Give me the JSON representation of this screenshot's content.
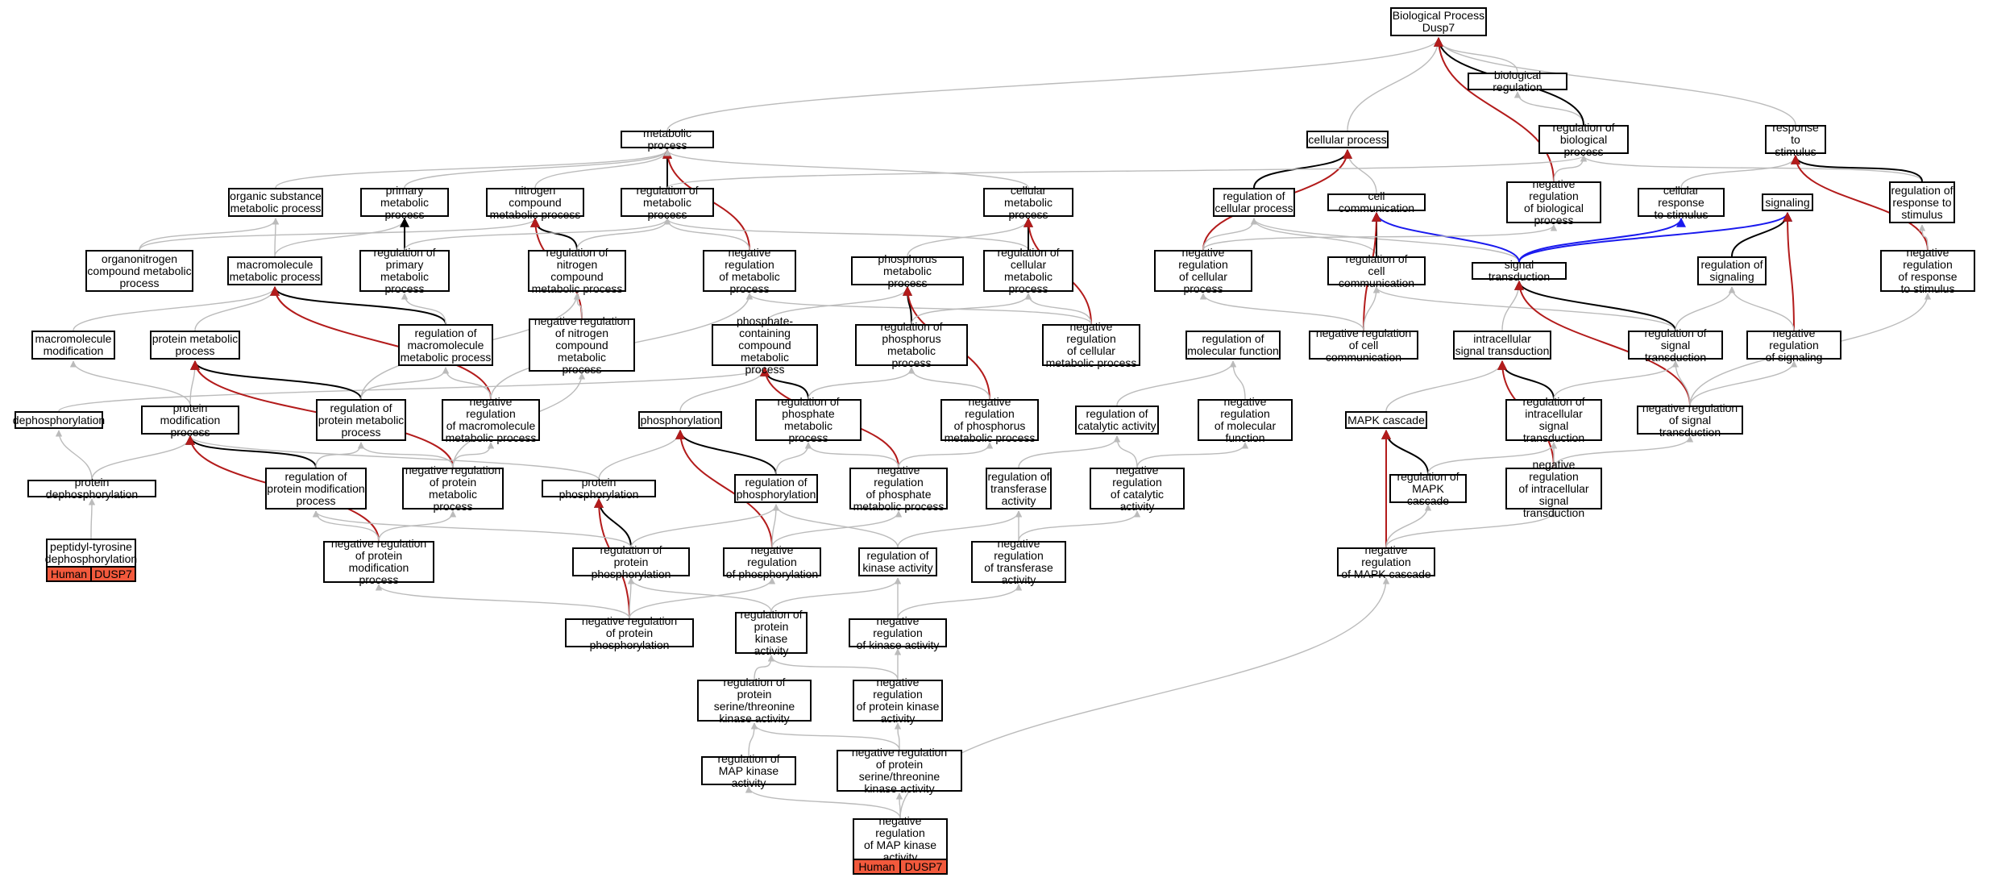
{
  "title": "Biological Process\nDusp7",
  "colors": {
    "gray": "#bbbbbb",
    "black": "#000000",
    "red": "#b31b1b",
    "blue": "#1a1aee",
    "tag_bg": "#f2593c"
  },
  "nodes": [
    {
      "id": "root",
      "label": "Biological Process\nDusp7"
    },
    {
      "id": "bioreg",
      "label": "biological regulation"
    },
    {
      "id": "metab",
      "label": "metabolic process"
    },
    {
      "id": "cellproc",
      "label": "cellular process"
    },
    {
      "id": "regbio",
      "label": "regulation of\nbiological process"
    },
    {
      "id": "resp",
      "label": "response to\nstimulus"
    },
    {
      "id": "orgsub",
      "label": "organic substance\nmetabolic process"
    },
    {
      "id": "primary",
      "label": "primary metabolic\nprocess"
    },
    {
      "id": "nitro",
      "label": "nitrogen compound\nmetabolic process"
    },
    {
      "id": "regmetab",
      "label": "regulation of\nmetabolic process"
    },
    {
      "id": "cellmetab",
      "label": "cellular metabolic\nprocess"
    },
    {
      "id": "regcellproc",
      "label": "regulation of\ncellular process"
    },
    {
      "id": "cellcomm",
      "label": "cell communication"
    },
    {
      "id": "negbio",
      "label": "negative regulation\nof biological\nprocess"
    },
    {
      "id": "cellresp",
      "label": "cellular response\nto stimulus"
    },
    {
      "id": "signaling",
      "label": "signaling"
    },
    {
      "id": "regresp",
      "label": "regulation of\nresponse to\nstimulus"
    },
    {
      "id": "organo",
      "label": "organonitrogen\ncompound metabolic\nprocess"
    },
    {
      "id": "macrometab",
      "label": "macromolecule\nmetabolic process"
    },
    {
      "id": "regprimary",
      "label": "regulation of\nprimary metabolic\nprocess"
    },
    {
      "id": "regnitro",
      "label": "regulation of\nnitrogen compound\nmetabolic process"
    },
    {
      "id": "negmetab",
      "label": "negative regulation\nof metabolic\nprocess"
    },
    {
      "id": "phosmetab",
      "label": "phosphorus metabolic\nprocess"
    },
    {
      "id": "regcellmetab",
      "label": "regulation of\ncellular metabolic\nprocess"
    },
    {
      "id": "negcellproc",
      "label": "negative regulation\nof cellular\nprocess"
    },
    {
      "id": "regcellcomm",
      "label": "regulation of\ncell communication"
    },
    {
      "id": "sigtrans",
      "label": "signal transduction"
    },
    {
      "id": "regsig",
      "label": "regulation of\nsignaling"
    },
    {
      "id": "negresp",
      "label": "negative regulation\nof response\nto stimulus"
    },
    {
      "id": "macromod",
      "label": "macromolecule\nmodification"
    },
    {
      "id": "protmetab",
      "label": "protein metabolic\nprocess"
    },
    {
      "id": "regmacro",
      "label": "regulation of\nmacromolecule\nmetabolic process"
    },
    {
      "id": "negnitro",
      "label": "negative regulation\nof nitrogen\ncompound metabolic\nprocess"
    },
    {
      "id": "phoscomp",
      "label": "phosphate-containing\ncompound metabolic\nprocess"
    },
    {
      "id": "regphosmetab",
      "label": "regulation of\nphosphorus metabolic\nprocess"
    },
    {
      "id": "negcellmetab",
      "label": "negative regulation\nof cellular\nmetabolic process"
    },
    {
      "id": "regmolfunc",
      "label": "regulation of\nmolecular function"
    },
    {
      "id": "negcellcomm",
      "label": "negative regulation\nof cell communication"
    },
    {
      "id": "intrasig",
      "label": "intracellular\nsignal transduction"
    },
    {
      "id": "regsigtrans",
      "label": "regulation of\nsignal transduction"
    },
    {
      "id": "negsig",
      "label": "negative regulation\nof signaling"
    },
    {
      "id": "dephos",
      "label": "dephosphorylation"
    },
    {
      "id": "protmod",
      "label": "protein modification\nprocess"
    },
    {
      "id": "regprotmetab",
      "label": "regulation of\nprotein metabolic\nprocess"
    },
    {
      "id": "negmacro",
      "label": "negative regulation\nof macromolecule\nmetabolic process"
    },
    {
      "id": "phosphorylation",
      "label": "phosphorylation"
    },
    {
      "id": "regphosphate",
      "label": "regulation of\nphosphate metabolic\nprocess"
    },
    {
      "id": "negphosmetab",
      "label": "negative regulation\nof phosphorus\nmetabolic process"
    },
    {
      "id": "regcatal",
      "label": "regulation of\ncatalytic activity"
    },
    {
      "id": "negmolfunc",
      "label": "negative regulation\nof molecular\nfunction"
    },
    {
      "id": "mapk",
      "label": "MAPK cascade"
    },
    {
      "id": "regintrasig",
      "label": "regulation of\nintracellular\nsignal transduction"
    },
    {
      "id": "negsigtrans",
      "label": "negative regulation\nof signal transduction"
    },
    {
      "id": "protdephos",
      "label": "protein dephosphorylation"
    },
    {
      "id": "regprotmod",
      "label": "regulation of\nprotein modification\nprocess"
    },
    {
      "id": "negprotmetab",
      "label": "negative regulation\nof protein metabolic\nprocess"
    },
    {
      "id": "protphos",
      "label": "protein phosphorylation"
    },
    {
      "id": "regphosphorylation",
      "label": "regulation of\nphosphorylation"
    },
    {
      "id": "negphosphate",
      "label": "negative regulation\nof phosphate\nmetabolic process"
    },
    {
      "id": "regtransf",
      "label": "regulation of\ntransferase\nactivity"
    },
    {
      "id": "negcatal",
      "label": "negative regulation\nof catalytic\nactivity"
    },
    {
      "id": "regmapk",
      "label": "regulation of\nMAPK cascade"
    },
    {
      "id": "negintrasig",
      "label": "negative regulation\nof intracellular\nsignal transduction"
    },
    {
      "id": "ptyrdephos",
      "label": "peptidyl-tyrosine\ndephosphorylation"
    },
    {
      "id": "negprotmod",
      "label": "negative regulation\nof protein modification\nprocess"
    },
    {
      "id": "regprotphos",
      "label": "regulation of\nprotein phosphorylation"
    },
    {
      "id": "negphosphorylation",
      "label": "negative regulation\nof phosphorylation"
    },
    {
      "id": "regkinase",
      "label": "regulation of\nkinase activity"
    },
    {
      "id": "negtransf",
      "label": "negative regulation\nof transferase\nactivity"
    },
    {
      "id": "negmapk",
      "label": "negative regulation\nof MAPK cascade"
    },
    {
      "id": "negprotphos",
      "label": "negative regulation\nof protein phosphorylation"
    },
    {
      "id": "regprotkin",
      "label": "regulation of\nprotein kinase\nactivity"
    },
    {
      "id": "negkinase",
      "label": "negative regulation\nof kinase activity"
    },
    {
      "id": "regserthr",
      "label": "regulation of\nprotein serine/threonine\nkinase activity"
    },
    {
      "id": "negprotkin",
      "label": "negative regulation\nof protein kinase\nactivity"
    },
    {
      "id": "regmapkin",
      "label": "regulation of\nMAP kinase activity"
    },
    {
      "id": "negserthr",
      "label": "negative regulation\nof protein serine/threonine\nkinase activity"
    },
    {
      "id": "negmapkin",
      "label": "negative regulation\nof MAP kinase\nactivity"
    }
  ],
  "tags": [
    {
      "node": "ptyrdephos",
      "species": "Human",
      "gene": "DUSP7"
    },
    {
      "node": "negmapkin",
      "species": "Human",
      "gene": "DUSP7"
    }
  ],
  "edges": [
    {
      "f": "bioreg",
      "t": "root",
      "c": "gray"
    },
    {
      "f": "metab",
      "t": "root",
      "c": "gray"
    },
    {
      "f": "cellproc",
      "t": "root",
      "c": "gray"
    },
    {
      "f": "regbio",
      "t": "bioreg",
      "c": "gray"
    },
    {
      "f": "regbio",
      "t": "root",
      "c": "black"
    },
    {
      "f": "resp",
      "t": "root",
      "c": "gray"
    },
    {
      "f": "negbio",
      "t": "root",
      "c": "red"
    },
    {
      "f": "orgsub",
      "t": "metab",
      "c": "gray"
    },
    {
      "f": "primary",
      "t": "metab",
      "c": "gray"
    },
    {
      "f": "nitro",
      "t": "metab",
      "c": "gray"
    },
    {
      "f": "regmetab",
      "t": "metab",
      "c": "black"
    },
    {
      "f": "negmetab",
      "t": "metab",
      "c": "red"
    },
    {
      "f": "cellmetab",
      "t": "metab",
      "c": "gray"
    },
    {
      "f": "regcellproc",
      "t": "cellproc",
      "c": "black"
    },
    {
      "f": "cellcomm",
      "t": "cellproc",
      "c": "gray"
    },
    {
      "f": "negcellproc",
      "t": "cellproc",
      "c": "red"
    },
    {
      "f": "negbio",
      "t": "regbio",
      "c": "gray"
    },
    {
      "f": "regmetab",
      "t": "regbio",
      "c": "gray"
    },
    {
      "f": "regresp",
      "t": "regbio",
      "c": "gray"
    },
    {
      "f": "regresp",
      "t": "resp",
      "c": "black"
    },
    {
      "f": "cellresp",
      "t": "resp",
      "c": "gray"
    },
    {
      "f": "negresp",
      "t": "resp",
      "c": "red"
    },
    {
      "f": "organo",
      "t": "orgsub",
      "c": "gray"
    },
    {
      "f": "macrometab",
      "t": "orgsub",
      "c": "gray"
    },
    {
      "f": "organo",
      "t": "nitro",
      "c": "gray"
    },
    {
      "f": "macrometab",
      "t": "primary",
      "c": "gray"
    },
    {
      "f": "regprimary",
      "t": "primary",
      "c": "black"
    },
    {
      "f": "regnitro",
      "t": "nitro",
      "c": "black"
    },
    {
      "f": "negnitro",
      "t": "nitro",
      "c": "red"
    },
    {
      "f": "regnitro",
      "t": "regmetab",
      "c": "gray"
    },
    {
      "f": "regprimary",
      "t": "regmetab",
      "c": "gray"
    },
    {
      "f": "negmetab",
      "t": "regmetab",
      "c": "gray"
    },
    {
      "f": "regcellmetab",
      "t": "regmetab",
      "c": "gray"
    },
    {
      "f": "phosmetab",
      "t": "cellmetab",
      "c": "gray"
    },
    {
      "f": "regcellmetab",
      "t": "cellmetab",
      "c": "black"
    },
    {
      "f": "negcellmetab",
      "t": "cellmetab",
      "c": "red"
    },
    {
      "f": "regcellcomm",
      "t": "regcellproc",
      "c": "gray"
    },
    {
      "f": "negcellproc",
      "t": "regcellproc",
      "c": "gray"
    },
    {
      "f": "sigtrans",
      "t": "regcellproc",
      "c": "gray"
    },
    {
      "f": "sigtrans",
      "t": "cellcomm",
      "c": "blue"
    },
    {
      "f": "regcellcomm",
      "t": "cellcomm",
      "c": "black"
    },
    {
      "f": "negcellcomm",
      "t": "cellcomm",
      "c": "red"
    },
    {
      "f": "negcellproc",
      "t": "negbio",
      "c": "gray"
    },
    {
      "f": "sigtrans",
      "t": "cellresp",
      "c": "blue"
    },
    {
      "f": "sigtrans",
      "t": "signaling",
      "c": "blue"
    },
    {
      "f": "regsig",
      "t": "signaling",
      "c": "black"
    },
    {
      "f": "negsig",
      "t": "signaling",
      "c": "red"
    },
    {
      "f": "negresp",
      "t": "regresp",
      "c": "gray"
    },
    {
      "f": "macromod",
      "t": "macrometab",
      "c": "gray"
    },
    {
      "f": "protmetab",
      "t": "macrometab",
      "c": "gray"
    },
    {
      "f": "regmacro",
      "t": "macrometab",
      "c": "black"
    },
    {
      "f": "negmacro",
      "t": "macrometab",
      "c": "red"
    },
    {
      "f": "regmacro",
      "t": "regprimary",
      "c": "gray"
    },
    {
      "f": "negnitro",
      "t": "regnitro",
      "c": "gray"
    },
    {
      "f": "regprotmetab",
      "t": "regnitro",
      "c": "gray"
    },
    {
      "f": "negcellmetab",
      "t": "negmetab",
      "c": "gray"
    },
    {
      "f": "negmacro",
      "t": "negmetab",
      "c": "gray"
    },
    {
      "f": "phoscomp",
      "t": "phosmetab",
      "c": "gray"
    },
    {
      "f": "regphosmetab",
      "t": "phosmetab",
      "c": "black"
    },
    {
      "f": "negphosmetab",
      "t": "phosmetab",
      "c": "red"
    },
    {
      "f": "regphosmetab",
      "t": "regcellmetab",
      "c": "gray"
    },
    {
      "f": "negcellmetab",
      "t": "regcellmetab",
      "c": "gray"
    },
    {
      "f": "negcellcomm",
      "t": "regcellcomm",
      "c": "gray"
    },
    {
      "f": "regsigtrans",
      "t": "regcellcomm",
      "c": "gray"
    },
    {
      "f": "negcellcomm",
      "t": "negcellproc",
      "c": "gray"
    },
    {
      "f": "intrasig",
      "t": "sigtrans",
      "c": "gray"
    },
    {
      "f": "regsigtrans",
      "t": "sigtrans",
      "c": "black"
    },
    {
      "f": "negsigtrans",
      "t": "sigtrans",
      "c": "red"
    },
    {
      "f": "regsigtrans",
      "t": "regsig",
      "c": "gray"
    },
    {
      "f": "negsig",
      "t": "regsig",
      "c": "gray"
    },
    {
      "f": "negsigtrans",
      "t": "negresp",
      "c": "gray"
    },
    {
      "f": "protmod",
      "t": "macromod",
      "c": "gray"
    },
    {
      "f": "dephos",
      "t": "phoscomp",
      "c": "gray"
    },
    {
      "f": "phosphorylation",
      "t": "phoscomp",
      "c": "gray"
    },
    {
      "f": "regphosphate",
      "t": "phoscomp",
      "c": "black"
    },
    {
      "f": "negphosphate",
      "t": "phoscomp",
      "c": "red"
    },
    {
      "f": "protmod",
      "t": "protmetab",
      "c": "gray"
    },
    {
      "f": "regprotmetab",
      "t": "protmetab",
      "c": "black"
    },
    {
      "f": "negprotmetab",
      "t": "protmetab",
      "c": "red"
    },
    {
      "f": "regprotmetab",
      "t": "regmacro",
      "c": "gray"
    },
    {
      "f": "negmacro",
      "t": "regmacro",
      "c": "gray"
    },
    {
      "f": "negprotmetab",
      "t": "negnitro",
      "c": "gray"
    },
    {
      "f": "regphosphate",
      "t": "regphosmetab",
      "c": "gray"
    },
    {
      "f": "negphosmetab",
      "t": "regphosmetab",
      "c": "gray"
    },
    {
      "f": "regcatal",
      "t": "regmolfunc",
      "c": "gray"
    },
    {
      "f": "negmolfunc",
      "t": "regmolfunc",
      "c": "gray"
    },
    {
      "f": "regintrasig",
      "t": "intrasig",
      "c": "black"
    },
    {
      "f": "mapk",
      "t": "intrasig",
      "c": "gray"
    },
    {
      "f": "negintrasig",
      "t": "intrasig",
      "c": "red"
    },
    {
      "f": "regintrasig",
      "t": "regsigtrans",
      "c": "gray"
    },
    {
      "f": "negsigtrans",
      "t": "regsigtrans",
      "c": "gray"
    },
    {
      "f": "negsigtrans",
      "t": "negsig",
      "c": "gray"
    },
    {
      "f": "protdephos",
      "t": "dephos",
      "c": "gray"
    },
    {
      "f": "protdephos",
      "t": "protmod",
      "c": "gray"
    },
    {
      "f": "protphos",
      "t": "protmod",
      "c": "gray"
    },
    {
      "f": "regprotmod",
      "t": "protmod",
      "c": "black"
    },
    {
      "f": "negprotmod",
      "t": "protmod",
      "c": "red"
    },
    {
      "f": "regprotmod",
      "t": "regprotmetab",
      "c": "gray"
    },
    {
      "f": "negprotmetab",
      "t": "regprotmetab",
      "c": "gray"
    },
    {
      "f": "negprotmetab",
      "t": "negmacro",
      "c": "gray"
    },
    {
      "f": "protphos",
      "t": "phosphorylation",
      "c": "gray"
    },
    {
      "f": "regphosphorylation",
      "t": "phosphorylation",
      "c": "black"
    },
    {
      "f": "negphosphorylation",
      "t": "phosphorylation",
      "c": "red"
    },
    {
      "f": "regphosphorylation",
      "t": "regphosphate",
      "c": "gray"
    },
    {
      "f": "negphosphate",
      "t": "regphosphate",
      "c": "gray"
    },
    {
      "f": "negphosphate",
      "t": "negphosmetab",
      "c": "gray"
    },
    {
      "f": "regtransf",
      "t": "regcatal",
      "c": "gray"
    },
    {
      "f": "negcatal",
      "t": "regcatal",
      "c": "gray"
    },
    {
      "f": "negcatal",
      "t": "negmolfunc",
      "c": "gray"
    },
    {
      "f": "regmapk",
      "t": "mapk",
      "c": "black"
    },
    {
      "f": "negmapk",
      "t": "mapk",
      "c": "red"
    },
    {
      "f": "regmapk",
      "t": "regintrasig",
      "c": "gray"
    },
    {
      "f": "negintrasig",
      "t": "regintrasig",
      "c": "gray"
    },
    {
      "f": "negintrasig",
      "t": "negsigtrans",
      "c": "gray"
    },
    {
      "f": "ptyrdephos",
      "t": "protdephos",
      "c": "gray"
    },
    {
      "f": "negprotmod",
      "t": "regprotmod",
      "c": "gray"
    },
    {
      "f": "negprotmod",
      "t": "negprotmetab",
      "c": "gray"
    },
    {
      "f": "regprotphos",
      "t": "protphos",
      "c": "black"
    },
    {
      "f": "negprotphos",
      "t": "protphos",
      "c": "red"
    },
    {
      "f": "regprotphos",
      "t": "regprotmod",
      "c": "gray"
    },
    {
      "f": "regprotphos",
      "t": "regphosphorylation",
      "c": "gray"
    },
    {
      "f": "negphosphorylation",
      "t": "regphosphorylation",
      "c": "gray"
    },
    {
      "f": "regkinase",
      "t": "regphosphorylation",
      "c": "gray"
    },
    {
      "f": "negphosphorylation",
      "t": "negphosphate",
      "c": "gray"
    },
    {
      "f": "regkinase",
      "t": "regtransf",
      "c": "gray"
    },
    {
      "f": "negtransf",
      "t": "regtransf",
      "c": "gray"
    },
    {
      "f": "negtransf",
      "t": "negcatal",
      "c": "gray"
    },
    {
      "f": "negmapk",
      "t": "regmapk",
      "c": "gray"
    },
    {
      "f": "negmapk",
      "t": "negintrasig",
      "c": "gray"
    },
    {
      "f": "negprotphos",
      "t": "negprotmod",
      "c": "gray"
    },
    {
      "f": "negprotphos",
      "t": "regprotphos",
      "c": "gray"
    },
    {
      "f": "negprotphos",
      "t": "negphosphorylation",
      "c": "gray"
    },
    {
      "f": "regprotkin",
      "t": "regprotphos",
      "c": "gray"
    },
    {
      "f": "regprotkin",
      "t": "regkinase",
      "c": "gray"
    },
    {
      "f": "negkinase",
      "t": "regkinase",
      "c": "gray"
    },
    {
      "f": "negkinase",
      "t": "negtransf",
      "c": "gray"
    },
    {
      "f": "negprotkin",
      "t": "regprotkin",
      "c": "gray"
    },
    {
      "f": "negprotkin",
      "t": "negkinase",
      "c": "gray"
    },
    {
      "f": "regserthr",
      "t": "regprotkin",
      "c": "gray"
    },
    {
      "f": "negserthr",
      "t": "regserthr",
      "c": "gray"
    },
    {
      "f": "negserthr",
      "t": "negprotkin",
      "c": "gray"
    },
    {
      "f": "regmapkin",
      "t": "regserthr",
      "c": "gray"
    },
    {
      "f": "negmapkin",
      "t": "regmapkin",
      "c": "gray"
    },
    {
      "f": "negmapkin",
      "t": "negserthr",
      "c": "gray"
    },
    {
      "f": "negmapkin",
      "t": "negmapk",
      "c": "gray"
    }
  ]
}
